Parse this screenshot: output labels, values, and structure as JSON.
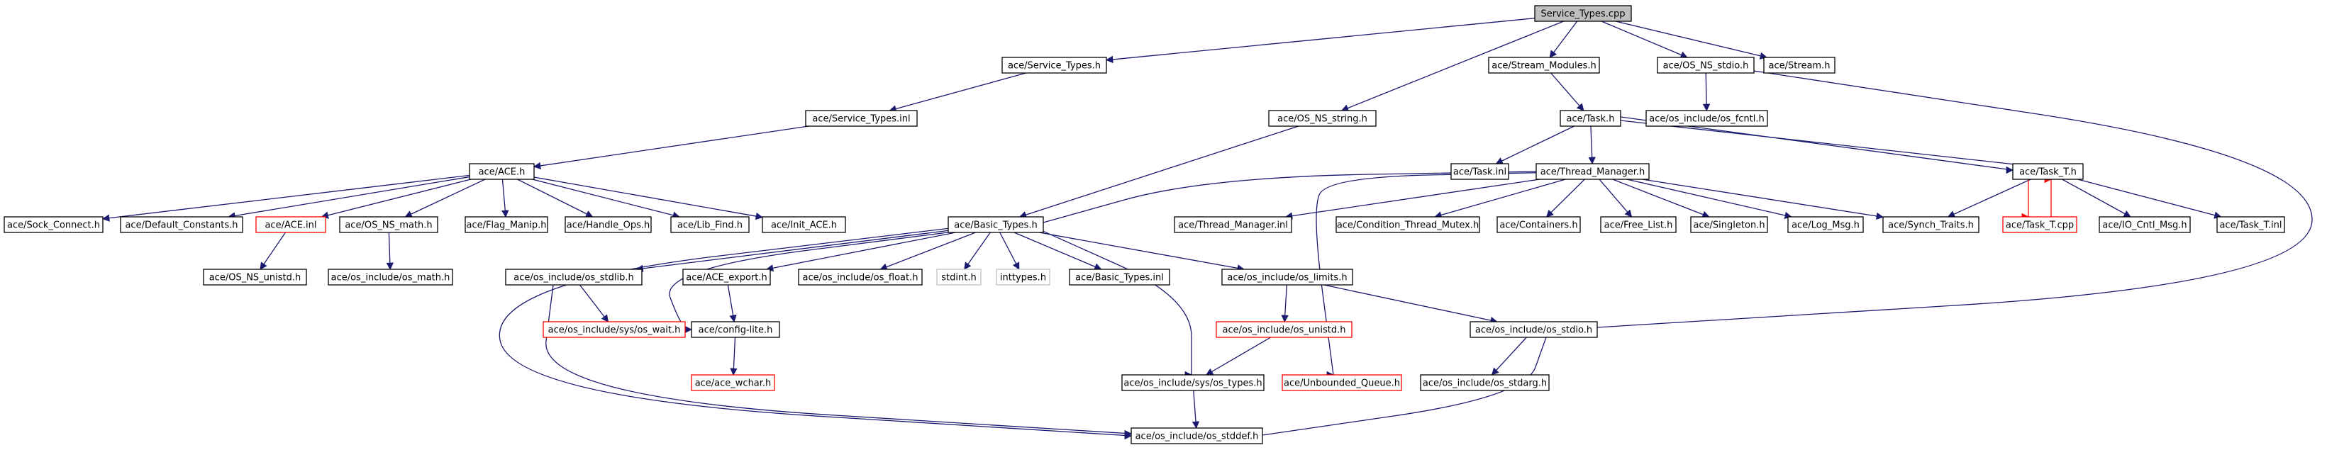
{
  "graph": {
    "type": "include-dependency-graph",
    "nodes": [
      {
        "id": "service_types_cpp",
        "label": "Service_Types.cpp",
        "style": "root"
      },
      {
        "id": "service_types_h",
        "label": "ace/Service_Types.h"
      },
      {
        "id": "service_types_inl",
        "label": "ace/Service_Types.inl"
      },
      {
        "id": "ace_h",
        "label": "ace/ACE.h"
      },
      {
        "id": "sock_connect_h",
        "label": "ace/Sock_Connect.h"
      },
      {
        "id": "default_constants_h",
        "label": "ace/Default_Constants.h"
      },
      {
        "id": "ace_inl",
        "label": "ace/ACE.inl",
        "style": "red"
      },
      {
        "id": "os_ns_math_h",
        "label": "ace/OS_NS_math.h"
      },
      {
        "id": "flag_manip_h",
        "label": "ace/Flag_Manip.h"
      },
      {
        "id": "handle_ops_h",
        "label": "ace/Handle_Ops.h"
      },
      {
        "id": "lib_find_h",
        "label": "ace/Lib_Find.h"
      },
      {
        "id": "init_ace_h",
        "label": "ace/Init_ACE.h"
      },
      {
        "id": "os_ns_unistd_h",
        "label": "ace/OS_NS_unistd.h"
      },
      {
        "id": "os_include_os_math_h",
        "label": "ace/os_include/os_math.h"
      },
      {
        "id": "os_ns_string_h",
        "label": "ace/OS_NS_string.h"
      },
      {
        "id": "stream_modules_h",
        "label": "ace/Stream_Modules.h"
      },
      {
        "id": "os_ns_stdio_h",
        "label": "ace/OS_NS_stdio.h"
      },
      {
        "id": "stream_h",
        "label": "ace/Stream.h"
      },
      {
        "id": "os_fcntl_h",
        "label": "ace/os_include/os_fcntl.h"
      },
      {
        "id": "task_h",
        "label": "ace/Task.h"
      },
      {
        "id": "task_inl",
        "label": "ace/Task.inl"
      },
      {
        "id": "thread_manager_h",
        "label": "ace/Thread_Manager.h"
      },
      {
        "id": "task_t_h",
        "label": "ace/Task_T.h"
      },
      {
        "id": "basic_types_h",
        "label": "ace/Basic_Types.h"
      },
      {
        "id": "thread_manager_inl",
        "label": "ace/Thread_Manager.inl"
      },
      {
        "id": "condition_thread_mutex_h",
        "label": "ace/Condition_Thread_Mutex.h"
      },
      {
        "id": "containers_h",
        "label": "ace/Containers.h"
      },
      {
        "id": "free_list_h",
        "label": "ace/Free_List.h"
      },
      {
        "id": "singleton_h",
        "label": "ace/Singleton.h"
      },
      {
        "id": "log_msg_h",
        "label": "ace/Log_Msg.h"
      },
      {
        "id": "synch_traits_h",
        "label": "ace/Synch_Traits.h"
      },
      {
        "id": "task_t_cpp",
        "label": "ace/Task_T.cpp",
        "style": "red"
      },
      {
        "id": "io_cntl_msg_h",
        "label": "ace/IO_Cntl_Msg.h"
      },
      {
        "id": "task_t_inl",
        "label": "ace/Task_T.inl"
      },
      {
        "id": "os_stdlib_h",
        "label": "ace/os_include/os_stdlib.h"
      },
      {
        "id": "ace_export_h",
        "label": "ace/ACE_export.h"
      },
      {
        "id": "os_float_h",
        "label": "ace/os_include/os_float.h"
      },
      {
        "id": "stdint_h",
        "label": "stdint.h",
        "style": "gray"
      },
      {
        "id": "inttypes_h",
        "label": "inttypes.h",
        "style": "gray"
      },
      {
        "id": "basic_types_inl",
        "label": "ace/Basic_Types.inl"
      },
      {
        "id": "os_limits_h",
        "label": "ace/os_include/os_limits.h"
      },
      {
        "id": "os_wait_h",
        "label": "ace/os_include/sys/os_wait.h",
        "style": "red"
      },
      {
        "id": "config_lite_h",
        "label": "ace/config-lite.h"
      },
      {
        "id": "os_unistd_h",
        "label": "ace/os_include/os_unistd.h",
        "style": "red"
      },
      {
        "id": "os_stdio_h",
        "label": "ace/os_include/os_stdio.h"
      },
      {
        "id": "ace_wchar_h",
        "label": "ace/ace_wchar.h",
        "style": "red"
      },
      {
        "id": "os_types_h",
        "label": "ace/os_include/sys/os_types.h"
      },
      {
        "id": "unbounded_queue_h",
        "label": "ace/Unbounded_Queue.h",
        "style": "red"
      },
      {
        "id": "os_stdarg_h",
        "label": "ace/os_include/os_stdarg.h"
      },
      {
        "id": "os_stddef_h",
        "label": "ace/os_include/os_stddef.h"
      }
    ],
    "edges": [
      [
        "service_types_cpp",
        "service_types_h"
      ],
      [
        "service_types_cpp",
        "os_ns_string_h"
      ],
      [
        "service_types_cpp",
        "stream_modules_h"
      ],
      [
        "service_types_cpp",
        "os_ns_stdio_h"
      ],
      [
        "service_types_cpp",
        "stream_h"
      ],
      [
        "service_types_h",
        "service_types_inl"
      ],
      [
        "service_types_inl",
        "ace_h"
      ],
      [
        "ace_h",
        "sock_connect_h"
      ],
      [
        "ace_h",
        "default_constants_h"
      ],
      [
        "ace_h",
        "ace_inl"
      ],
      [
        "ace_h",
        "os_ns_math_h"
      ],
      [
        "ace_h",
        "flag_manip_h"
      ],
      [
        "ace_h",
        "handle_ops_h"
      ],
      [
        "ace_h",
        "lib_find_h"
      ],
      [
        "ace_h",
        "init_ace_h"
      ],
      [
        "ace_inl",
        "os_ns_unistd_h"
      ],
      [
        "os_ns_math_h",
        "os_include_os_math_h"
      ],
      [
        "os_ns_string_h",
        "basic_types_h"
      ],
      [
        "stream_modules_h",
        "task_h"
      ],
      [
        "os_ns_stdio_h",
        "os_fcntl_h"
      ],
      [
        "os_ns_stdio_h",
        "os_stdio_h"
      ],
      [
        "task_h",
        "task_inl"
      ],
      [
        "task_h",
        "thread_manager_h"
      ],
      [
        "task_h",
        "task_t_h"
      ],
      [
        "task_t_h",
        "task_h"
      ],
      [
        "task_t_h",
        "synch_traits_h"
      ],
      [
        "task_t_h",
        "task_t_cpp"
      ],
      [
        "task_t_cpp",
        "task_t_h"
      ],
      [
        "task_t_h",
        "io_cntl_msg_h"
      ],
      [
        "task_t_h",
        "task_t_inl"
      ],
      [
        "thread_manager_h",
        "basic_types_h"
      ],
      [
        "thread_manager_h",
        "thread_manager_inl"
      ],
      [
        "thread_manager_h",
        "condition_thread_mutex_h"
      ],
      [
        "thread_manager_h",
        "containers_h"
      ],
      [
        "thread_manager_h",
        "free_list_h"
      ],
      [
        "thread_manager_h",
        "singleton_h"
      ],
      [
        "thread_manager_h",
        "log_msg_h"
      ],
      [
        "thread_manager_h",
        "synch_traits_h"
      ],
      [
        "thread_manager_h",
        "unbounded_queue_h"
      ],
      [
        "basic_types_h",
        "os_stdlib_h"
      ],
      [
        "basic_types_h",
        "ace_export_h"
      ],
      [
        "basic_types_h",
        "os_float_h"
      ],
      [
        "basic_types_h",
        "stdint_h"
      ],
      [
        "basic_types_h",
        "inttypes_h"
      ],
      [
        "basic_types_h",
        "basic_types_inl"
      ],
      [
        "basic_types_h",
        "os_limits_h"
      ],
      [
        "basic_types_h",
        "config_lite_h"
      ],
      [
        "basic_types_h",
        "os_types_h"
      ],
      [
        "basic_types_h",
        "os_stddef_h"
      ],
      [
        "os_stdlib_h",
        "os_wait_h"
      ],
      [
        "os_stdlib_h",
        "os_stddef_h"
      ],
      [
        "ace_export_h",
        "config_lite_h"
      ],
      [
        "config_lite_h",
        "ace_wchar_h"
      ],
      [
        "os_limits_h",
        "os_unistd_h"
      ],
      [
        "os_limits_h",
        "os_stdio_h"
      ],
      [
        "os_unistd_h",
        "os_types_h"
      ],
      [
        "os_types_h",
        "os_stddef_h"
      ],
      [
        "os_stdio_h",
        "os_stdarg_h"
      ],
      [
        "os_stdio_h",
        "os_stddef_h"
      ]
    ]
  }
}
